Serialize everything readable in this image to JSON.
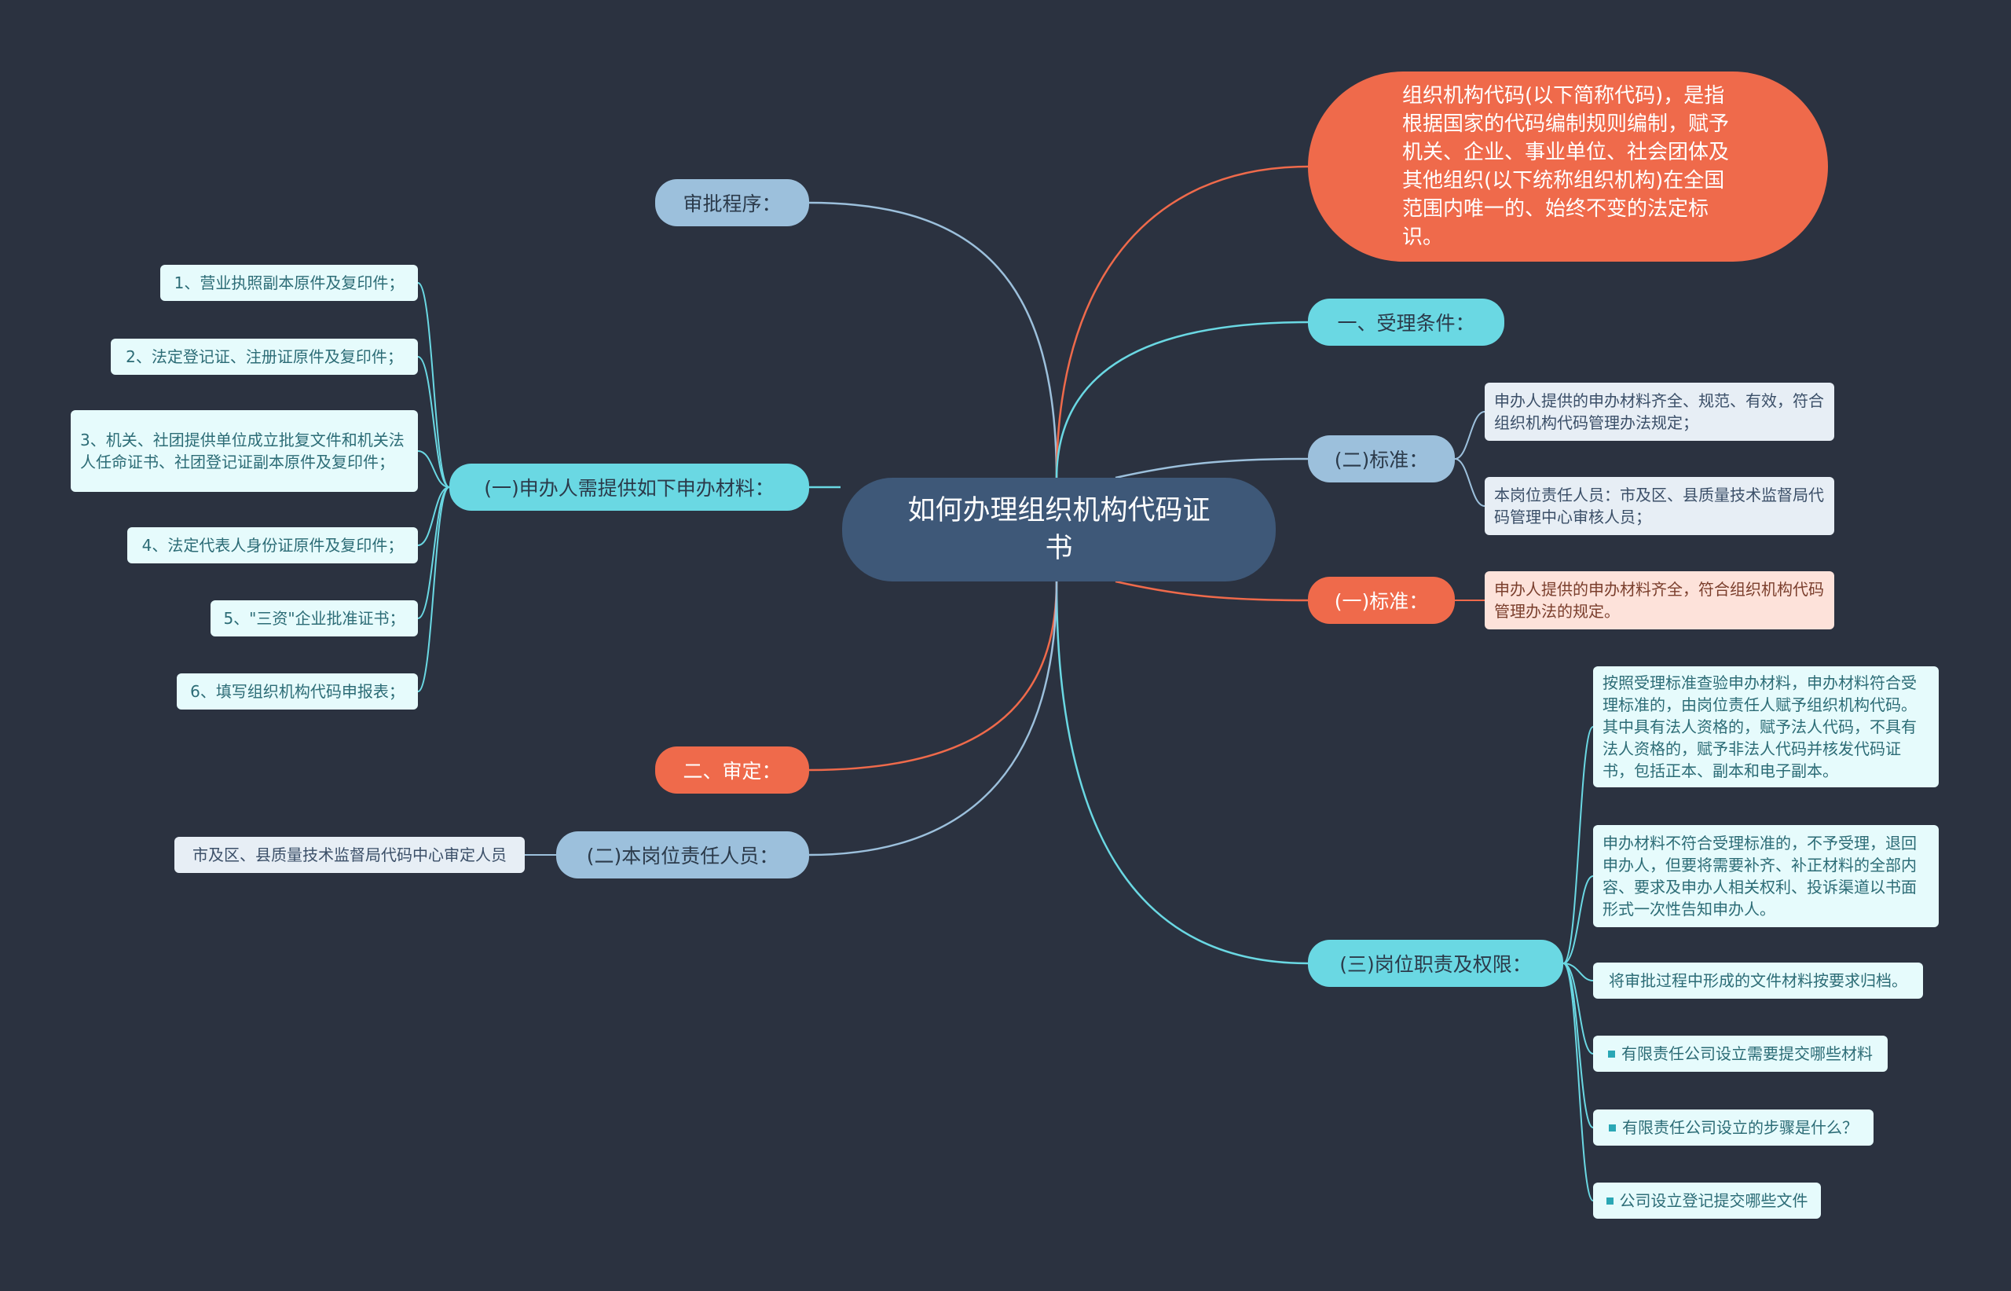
{
  "root": {
    "label": "如何办理组织机构代码证书"
  },
  "definition": {
    "text": "组织机构代码(以下简称代码)，是指根据国家的代码编制规则编制，赋予机关、企业、事业单位、社会团体及其他组织(以下统称组织机构)在全国范围内唯一的、始终不变的法定标识。"
  },
  "branches": {
    "approval_procedure": "审批程序：",
    "acceptance_conditions": "一、受理条件：",
    "standard_two": "(二)标准：",
    "standard_one": "(一)标准：",
    "duties_rights": "(三)岗位职责及权限：",
    "materials": "(一)申办人需提供如下申办材料：",
    "review": "二、审定：",
    "post_staff": "(二)本岗位责任人员："
  },
  "standard_two_items": [
    "申办人提供的申办材料齐全、规范、有效，符合组织机构代码管理办法规定；",
    "本岗位责任人员：市及区、县质量技术监督局代码管理中心审核人员；"
  ],
  "standard_one_items": [
    "申办人提供的申办材料齐全，符合组织机构代码管理办法的规定。"
  ],
  "duties_items": [
    "按照受理标准查验申办材料，申办材料符合受理标准的，由岗位责任人赋予组织机构代码。其中具有法人资格的，赋予法人代码，不具有法人资格的，赋予非法人代码并核发代码证书，包括正本、副本和电子副本。",
    "申办材料不符合受理标准的，不予受理，退回申办人，但要将需要补齐、补正材料的全部内容、要求及申办人相关权利、投诉渠道以书面形式一次性告知申办人。",
    "将审批过程中形成的文件材料按要求归档。"
  ],
  "related_links": [
    "有限责任公司设立需要提交哪些材料",
    "有限责任公司设立的步骤是什么？",
    "公司设立登记提交哪些文件"
  ],
  "materials_items": [
    "1、营业执照副本原件及复印件；",
    "2、法定登记证、注册证原件及复印件；",
    "3、机关、社团提供单位成立批复文件和机关法人任命证书、社团登记证副本原件及复印件；",
    "4、法定代表人身份证原件及复印件；",
    "5、\"三资\"企业批准证书；",
    "6、填写组织机构代码申报表；"
  ],
  "post_staff_items": [
    "市及区、县质量技术监督局代码中心审定人员"
  ],
  "colors": {
    "background": "#2b3240",
    "cyan": "#6ad8e3",
    "blue": "#9cc0dc",
    "orange": "#ef6a4b",
    "root": "#3e5878"
  }
}
